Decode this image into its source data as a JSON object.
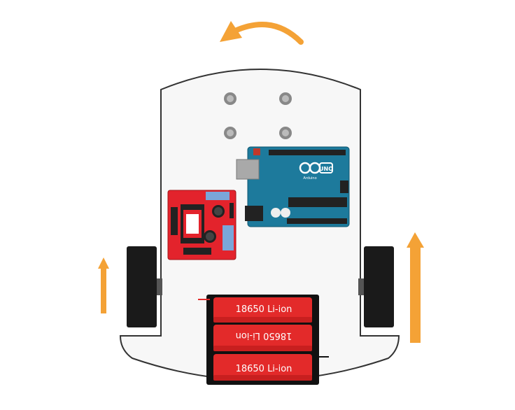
{
  "batteries": [
    {
      "label": "18650 Li-ion",
      "flipped": false
    },
    {
      "label": "18650 Li-ion",
      "flipped": true
    },
    {
      "label": "18650 Li-ion",
      "flipped": false
    }
  ],
  "arduino": {
    "brand": "UNO",
    "maker": "Arduino"
  },
  "colors": {
    "chassis_fill": "#f7f7f7",
    "chassis_stroke": "#333333",
    "arrow": "#f4a236",
    "arduino_board": "#1d7a9c",
    "driver_board": "#e3232c",
    "battery_red": "#e32a2a",
    "wheel": "#1a1a1a"
  }
}
